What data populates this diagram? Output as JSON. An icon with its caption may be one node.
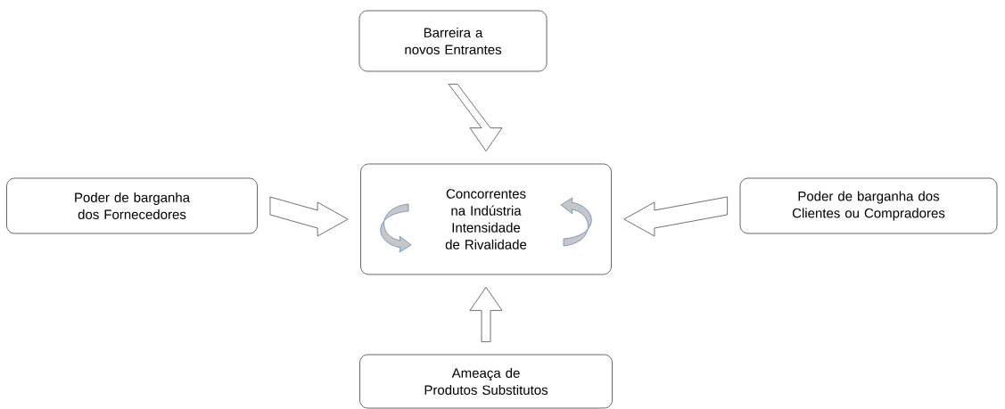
{
  "diagram": {
    "nodes": [
      {
        "text": [
          "Barreira a novos Entrantes"
        ]
      },
      {
        "text": [
          "Concorrentes na Indústria Intensidade de Rivalidade"
        ]
      },
      {
        "text": [
          "Poder de barganha dos Fornecedores"
        ]
      },
      {
        "text": [
          "Poder de barganha dos Clientes ou Compradores"
        ]
      },
      {
        "text": [
          "Ameaça de Produtos Substitutos"
        ]
      }
    ],
    "edges": [
      {
        "from": 0,
        "to": 1,
        "arrow": "to"
      },
      {
        "from": 2,
        "to": 1,
        "arrow": "to"
      },
      {
        "from": 3,
        "to": 1,
        "arrow": "to"
      },
      {
        "from": 4,
        "to": 1,
        "arrow": "to"
      }
    ]
  }
}
